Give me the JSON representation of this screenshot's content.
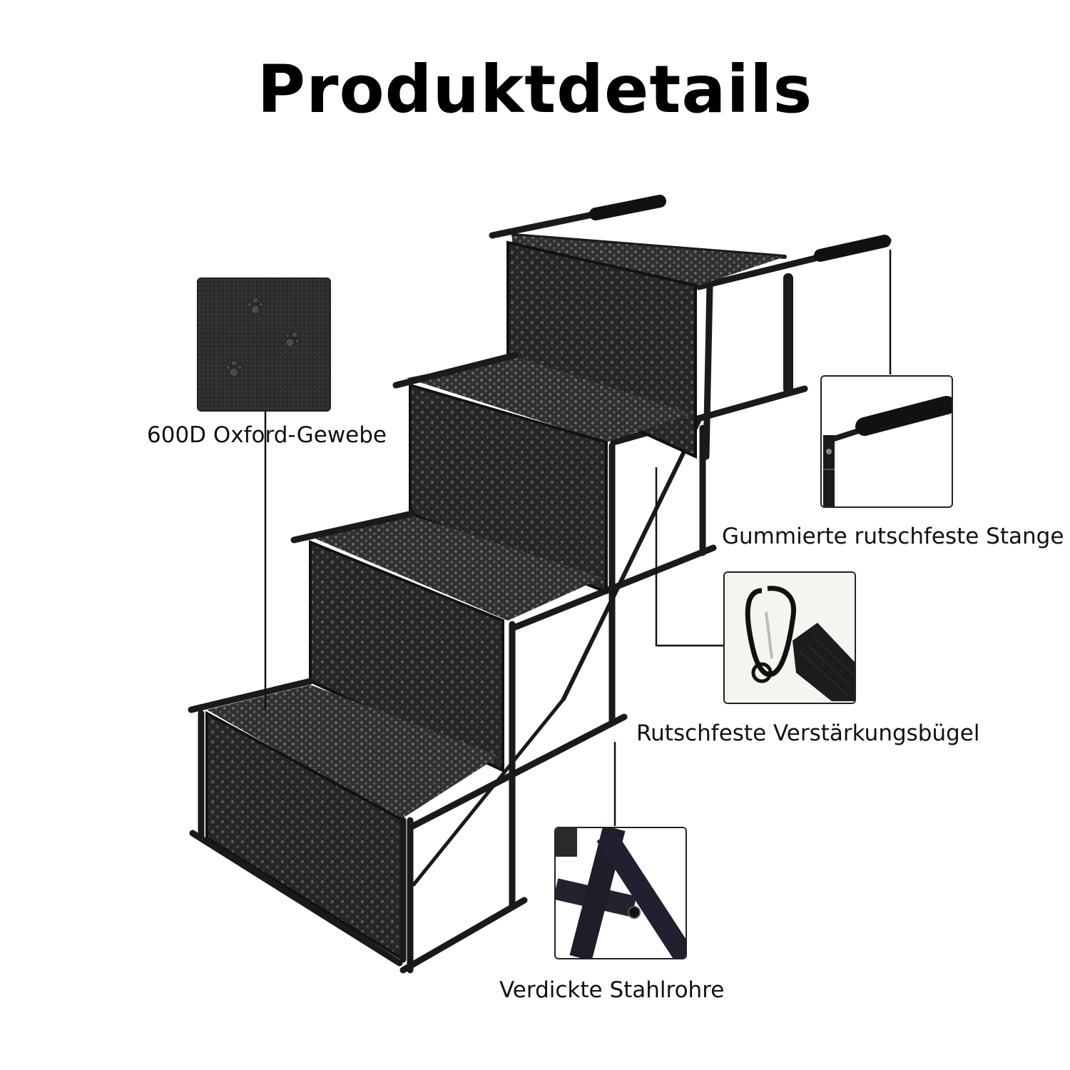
{
  "title": "Produktdetails",
  "callouts": {
    "fabric": {
      "label": "600D Oxford-Gewebe",
      "icon": "fabric-texture-icon"
    },
    "handle": {
      "label": "Gummierte rutschfeste Stange",
      "icon": "rubber-handle-icon"
    },
    "strap": {
      "label": "Rutschfeste Verstärkungsbügel",
      "icon": "carabiner-strap-icon"
    },
    "tubes": {
      "label": "Verdickte Stahlrohre",
      "icon": "steel-tube-joint-icon"
    }
  },
  "colors": {
    "frame": "#1a1a1a",
    "fabric": "#2b2b2b",
    "leader": "#111111"
  }
}
